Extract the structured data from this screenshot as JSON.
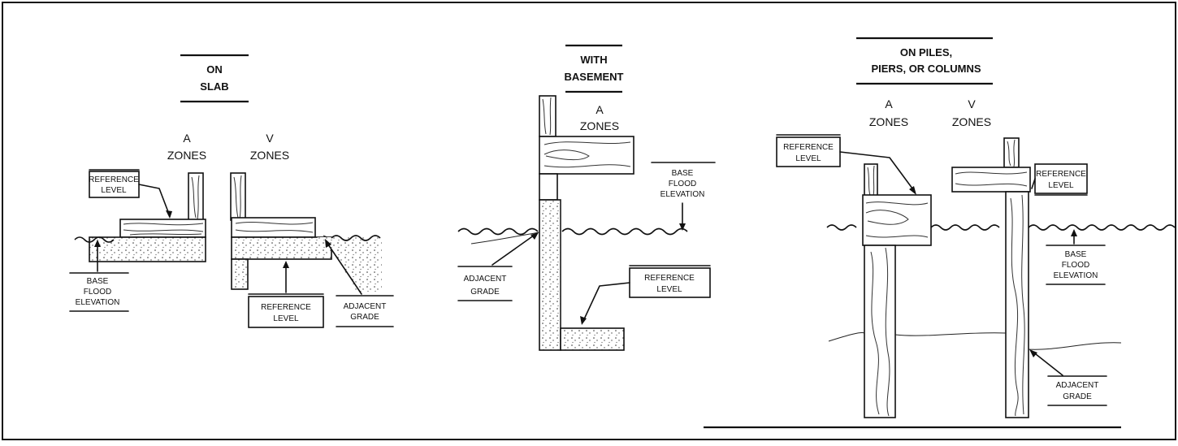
{
  "panels": {
    "slab": {
      "heading": [
        "ON",
        "SLAB"
      ],
      "zone_a": [
        "A",
        "ZONES"
      ],
      "zone_v": [
        "V",
        "ZONES"
      ],
      "ref_level_a": [
        "REFERENCE",
        "LEVEL"
      ],
      "ref_level_v": [
        "REFERENCE",
        "LEVEL"
      ],
      "bfe": [
        "BASE",
        "FLOOD",
        "ELEVATION"
      ],
      "adjacent_grade": [
        "ADJACENT",
        "GRADE"
      ]
    },
    "basement": {
      "heading": [
        "WITH",
        "BASEMENT"
      ],
      "zone_a": [
        "A",
        "ZONES"
      ],
      "bfe": [
        "BASE",
        "FLOOD",
        "ELEVATION"
      ],
      "adjacent_grade": [
        "ADJACENT",
        "GRADE"
      ],
      "ref_level": [
        "REFERENCE",
        "LEVEL"
      ]
    },
    "piles": {
      "heading": [
        "ON PILES,",
        "PIERS, OR COLUMNS"
      ],
      "zone_a": [
        "A",
        "ZONES"
      ],
      "zone_v": [
        "V",
        "ZONES"
      ],
      "ref_level_a": [
        "REFERENCE",
        "LEVEL"
      ],
      "ref_level_v": [
        "REFERENCE",
        "LEVEL"
      ],
      "bfe": [
        "BASE",
        "FLOOD",
        "ELEVATION"
      ],
      "adjacent_grade": [
        "ADJACENT",
        "GRADE"
      ]
    }
  }
}
